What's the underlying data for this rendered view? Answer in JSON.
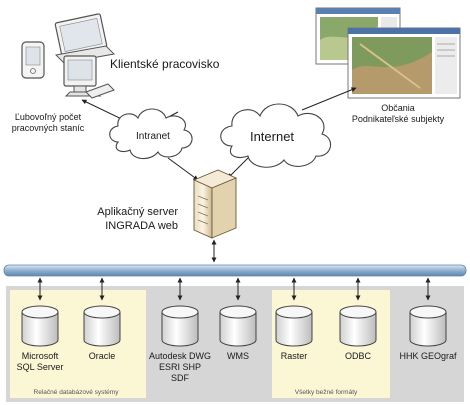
{
  "client": {
    "title": "Klientské pracovisko",
    "subtitle_lines": [
      "Ľubovoľný počet",
      "pracovných staníc"
    ]
  },
  "clouds": {
    "intranet": "Intranet",
    "internet": "Internet"
  },
  "citizens": {
    "lines": [
      "Občania",
      "Podnikateľské subjekty"
    ]
  },
  "server": {
    "lines": [
      "Aplikačný server",
      "INGRADA web"
    ]
  },
  "databases": [
    {
      "lines": [
        "Microsoft",
        "SQL Server"
      ]
    },
    {
      "lines": [
        "Oracle"
      ]
    },
    {
      "lines": [
        "Autodesk DWG",
        "ESRI SHP",
        "SDF"
      ]
    },
    {
      "lines": [
        "WMS"
      ]
    },
    {
      "lines": [
        "Raster"
      ]
    },
    {
      "lines": [
        "ODBC"
      ]
    },
    {
      "lines": [
        "HHK GEOgraf"
      ]
    }
  ],
  "groups": {
    "relational": "Relačné databázové systémy",
    "formats": "Všetky bežné formáty"
  },
  "colors": {
    "bus": "#8fb0d0",
    "panel": "#d6d6d6",
    "group": "#fbf6d4",
    "cylinder": "#f2f2f2"
  }
}
